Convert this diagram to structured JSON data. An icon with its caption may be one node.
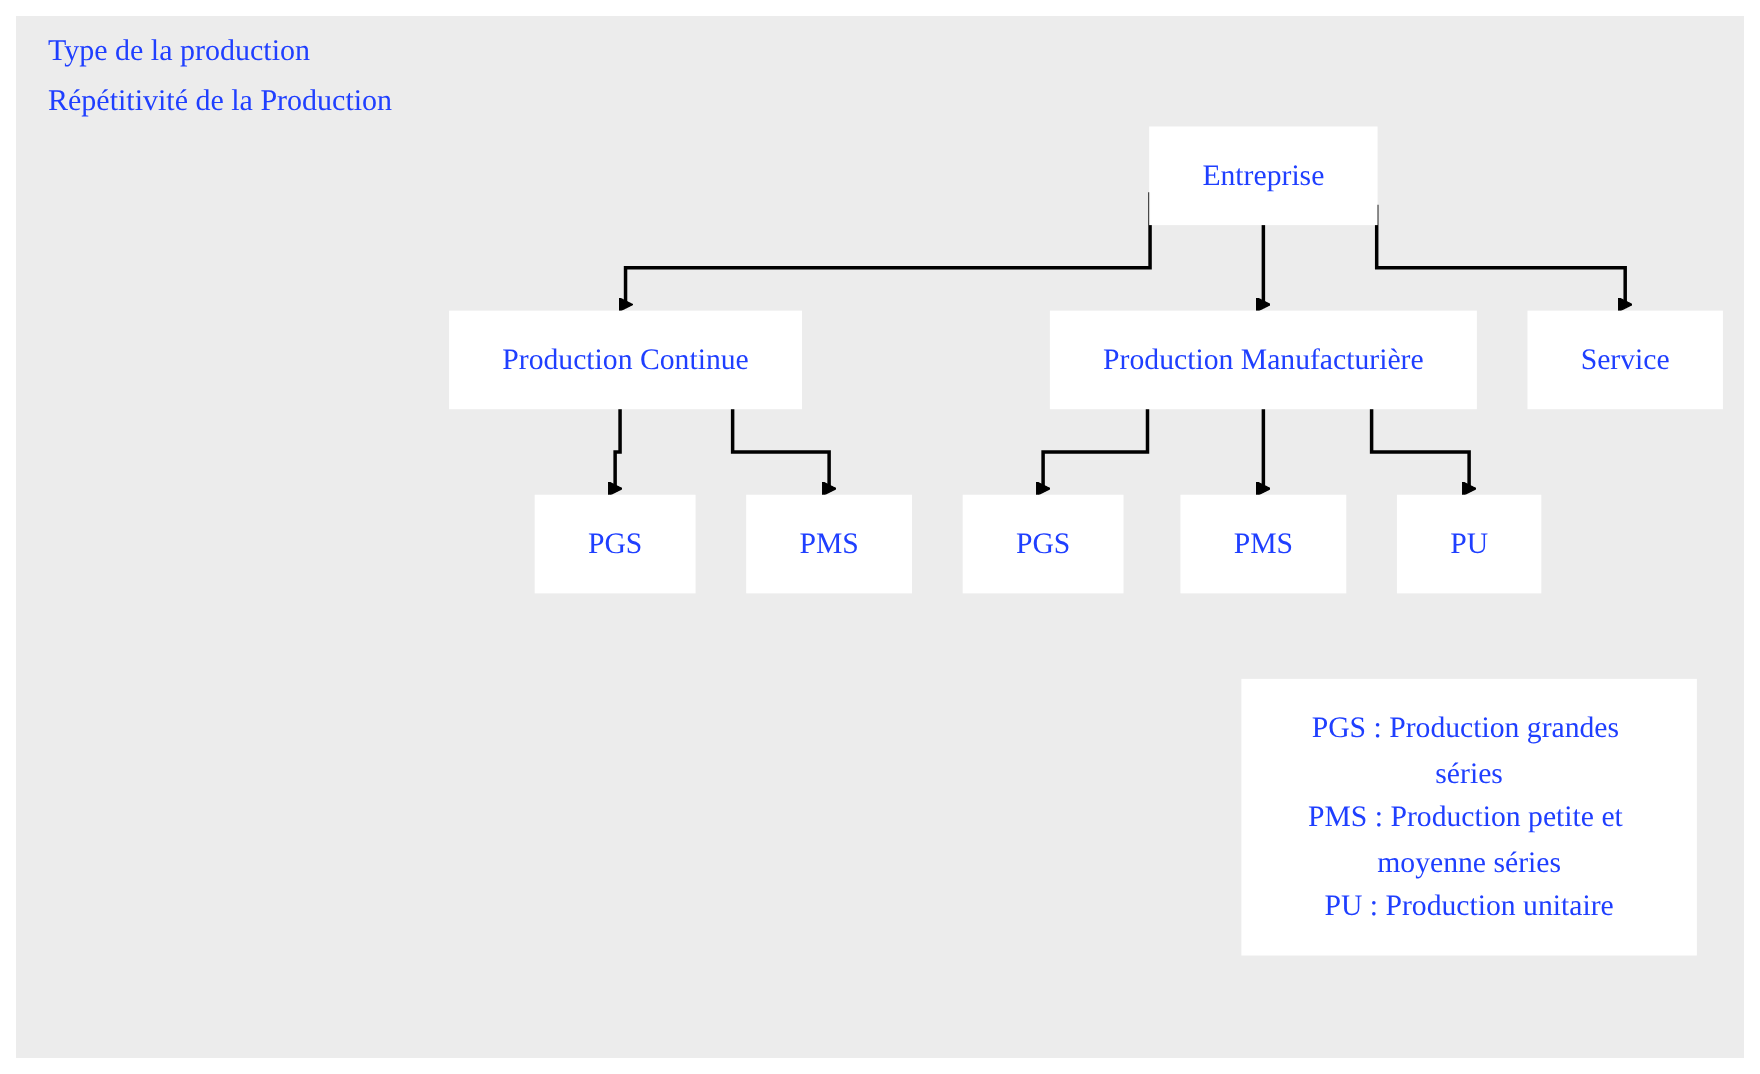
{
  "diagram": {
    "nodes": [
      {
        "text": [
          "Entreprise"
        ]
      },
      {
        "text": [
          "Production Continue"
        ]
      },
      {
        "text": [
          "Production Manufacturière"
        ]
      },
      {
        "text": [
          "Service"
        ]
      },
      {
        "text": [
          "PGS"
        ]
      },
      {
        "text": [
          "PMS"
        ]
      },
      {
        "text": [
          "PGS"
        ]
      },
      {
        "text": [
          "PMS"
        ]
      },
      {
        "text": [
          "PU"
        ]
      },
      {
        "text": [
          "PGS : Production grandes séries",
          "PMS : Production petite et moyenne séries",
          "PU : Production unitaire"
        ]
      }
    ],
    "edges": [
      {
        "from": 0,
        "to": 1,
        "arrow": "to"
      },
      {
        "from": 0,
        "to": 2,
        "arrow": "to"
      },
      {
        "from": 0,
        "to": 3,
        "arrow": "to"
      },
      {
        "from": 1,
        "to": 4,
        "arrow": "to"
      },
      {
        "from": 1,
        "to": 5,
        "arrow": "to"
      },
      {
        "from": 2,
        "to": 6,
        "arrow": "to"
      },
      {
        "from": 2,
        "to": 7,
        "arrow": "to"
      },
      {
        "from": 2,
        "to": 8,
        "arrow": "to"
      }
    ],
    "labels": [
      "Type de la production",
      "Répétitivité de la Production"
    ]
  }
}
